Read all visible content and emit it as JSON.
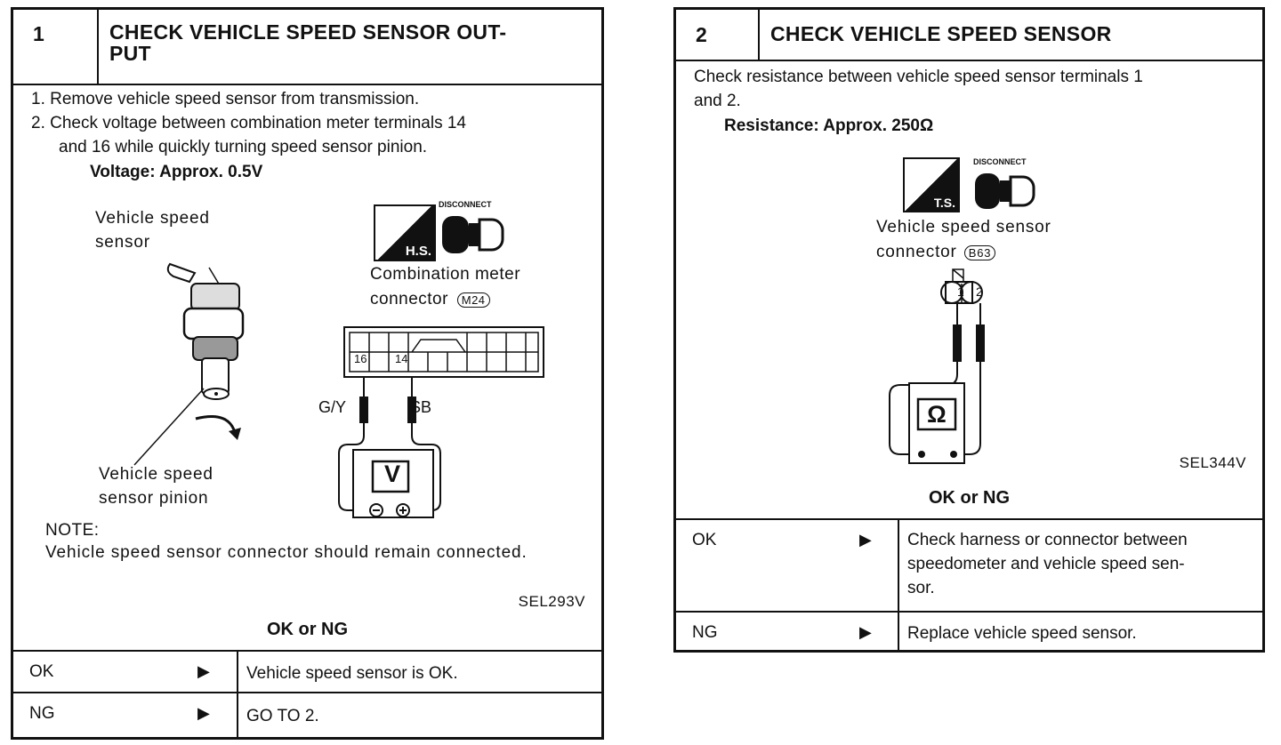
{
  "panel1": {
    "number": "1",
    "title_line1": "CHECK VEHICLE SPEED SENSOR OUT-",
    "title_line2": "PUT",
    "step1": "1. Remove vehicle speed sensor from transmission.",
    "step2_line1": "2. Check voltage between combination meter terminals 14",
    "step2_line2": "and 16 while quickly turning speed sensor pinion.",
    "spec": "Voltage: Approx. 0.5V",
    "label_sensor_1": "Vehicle speed",
    "label_sensor_2": "sensor",
    "label_pinion_1": "Vehicle speed",
    "label_pinion_2": "sensor pinion",
    "hs_badge": "H.S.",
    "disconnect": "DISCONNECT",
    "connector_line1": "Combination meter",
    "connector_line2": "connector",
    "connector_code": "M24",
    "term_16": "16",
    "term_14": "14",
    "wire_left": "G/Y",
    "wire_right": "SB",
    "meter_symbol": "V",
    "note_title": "NOTE:",
    "note_text": "Vehicle speed sensor connector should remain connected.",
    "figure_id": "SEL293V",
    "ok_ng": "OK or NG",
    "rows": [
      {
        "status": "OK",
        "result": "Vehicle speed sensor is OK."
      },
      {
        "status": "NG",
        "result": "GO TO 2."
      }
    ]
  },
  "panel2": {
    "number": "2",
    "title": "CHECK VEHICLE SPEED SENSOR",
    "instr_line1": "Check resistance between vehicle speed sensor terminals 1",
    "instr_line2": "and 2.",
    "spec": "Resistance: Approx. 250Ω",
    "ts_badge": "T.S.",
    "disconnect": "DISCONNECT",
    "connector_line1": "Vehicle speed sensor",
    "connector_line2": "connector",
    "connector_code": "B63",
    "term_1": "1",
    "term_2": "2",
    "meter_symbol": "Ω",
    "figure_id": "SEL344V",
    "ok_ng": "OK or NG",
    "rows": [
      {
        "status": "OK",
        "result_line1": "Check harness or connector between",
        "result_line2": "speedometer and vehicle speed sen-",
        "result_line3": "sor."
      },
      {
        "status": "NG",
        "result_line1": "Replace vehicle speed sensor."
      }
    ]
  },
  "arrow": "▶"
}
